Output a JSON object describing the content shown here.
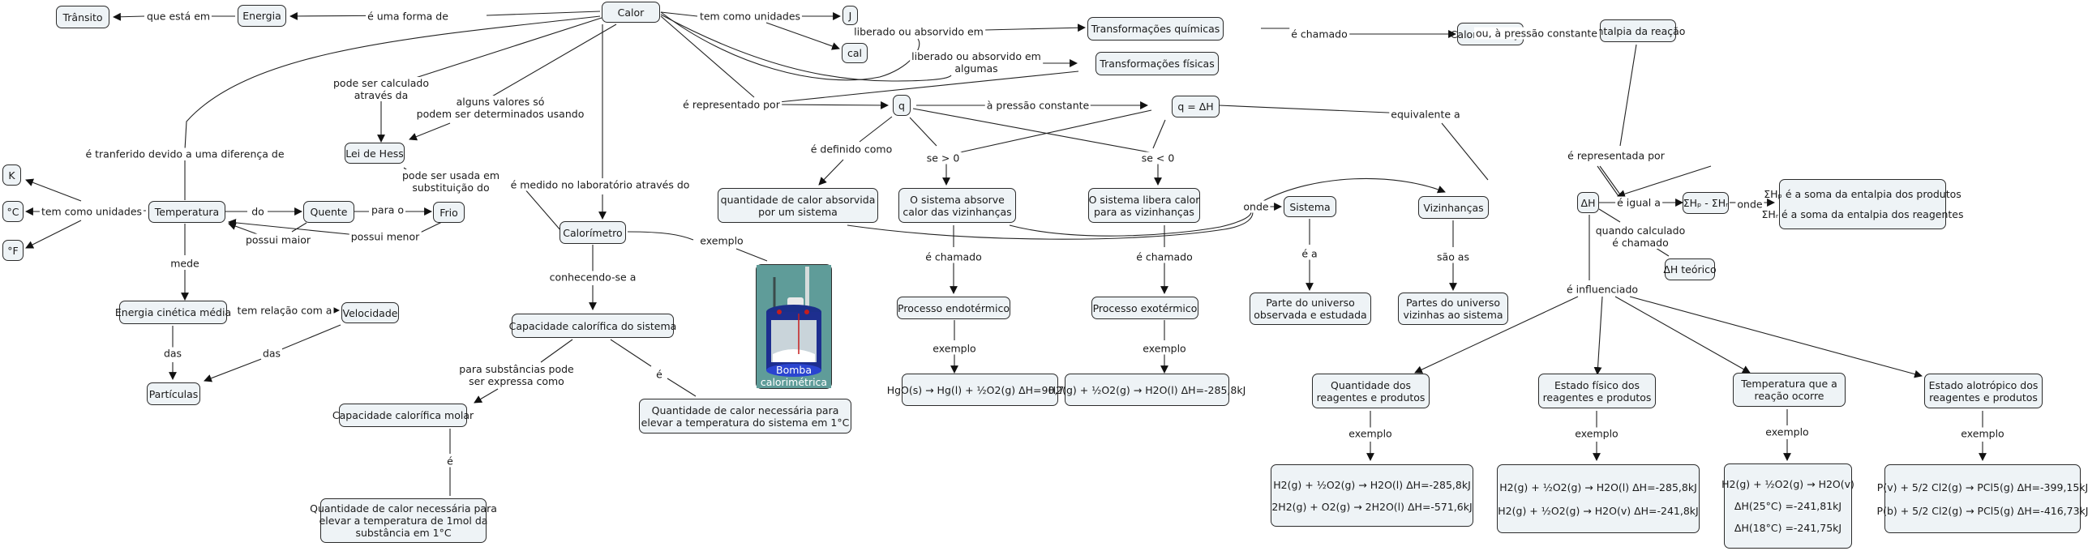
{
  "map": {
    "nodes": {
      "calor": "Calor",
      "energia": "Energia",
      "transito": "Trânsito",
      "J": "J",
      "cal": "cal",
      "lei_hess": "Lei de Hess",
      "temperatura": "Temperatura",
      "K": "K",
      "C": "°C",
      "F": "°F",
      "quente": "Quente",
      "frio": "Frio",
      "energia_cinetica": "Energia cinética média",
      "velocidade": "Velocidade",
      "particulas": "Partículas",
      "calorimetro": "Calorímetro",
      "cap_sistema": "Capacidade calorífica do sistema",
      "cap_molar": "Capacidade calorífica molar",
      "def_molar": [
        "Quantidade de calor necessária para",
        "elevar a temperatura de 1mol da",
        "substância em 1°C"
      ],
      "def_sistema": [
        "Quantidade de calor necessária para",
        "elevar a temperatura do sistema em 1°C"
      ],
      "bomba": "Bomba calorimétrica",
      "transf_quimicas": "Transformações químicas",
      "transf_fisicas": "Transformações físicas",
      "q": "q",
      "q_dh": "q = ΔH",
      "qtd_absorvida": [
        "quantidade de calor absorvida",
        "por um sistema"
      ],
      "sis_absorve": [
        "O sistema absorve",
        "calor das vizinhanças"
      ],
      "sis_libera": [
        "O sistema libera calor",
        "para as vizinhanças"
      ],
      "endotermico": "Processo endotérmico",
      "exotermico": "Processo exotérmico",
      "sistema": "Sistema",
      "vizinhancas": "Vizinhanças",
      "parte_universo": [
        "Parte do universo",
        "observada e estudada"
      ],
      "partes_universo": [
        "Partes do universo",
        "vizinhas ao sistema"
      ],
      "calor_reacao": "Calor de reação",
      "entalpia_reacao": "Entalpia da reação",
      "dH": "ΔH",
      "soma": "ΣHₚ - ΣHᵣ",
      "soma_def": [
        "ΣHₚ é a soma da entalpia dos produtos",
        "ΣHᵣ é a soma da entalpia dos reagentes"
      ],
      "dh_teorico": "ΔH teórico",
      "qtd_reag": [
        "Quantidade dos",
        "reagentes e produtos"
      ],
      "estado_fisico": [
        "Estado físico dos",
        "reagentes e produtos"
      ],
      "temp_reacao": [
        "Temperatura que a",
        "reação ocorre"
      ],
      "estado_alotropico": [
        "Estado alotrópico dos",
        "reagentes e produtos"
      ]
    },
    "equations": {
      "endo": "HgO(s) → Hg(l) + ½O2(g)   ΔH=90,7kJ",
      "exo": "H2(g) + ½O2(g) → H2O(l)   ΔH=-285,8kJ",
      "qtd_1": "H2(g) + ½O2(g) → H2O(l)   ΔH=-285,8kJ",
      "qtd_2": "2H2(g) + O2(g) → 2H2O(l)   ΔH=-571,6kJ",
      "fis_1": "H2(g) + ½O2(g) → H2O(l)   ΔH=-285,8kJ",
      "fis_2": "H2(g) + ½O2(g) → H2O(v)   ΔH=-241,8kJ",
      "temp_1": "H2(g) + ½O2(g) → H2O(v)",
      "temp_2": "ΔH(25°C) =-241,81kJ",
      "temp_3": "ΔH(18°C) =-241,75kJ",
      "alo_1": "P(v) + 5/2 Cl2(g) → PCl5(g)   ΔH=-399,15kJ",
      "alo_2": "P(b) + 5/2 Cl2(g) → PCl5(g)   ΔH=-416,73kJ"
    },
    "links": {
      "que_esta_em": "que está em",
      "e_uma_forma_de": "é uma forma de",
      "tem_como_unidades": "tem como unidades",
      "pode_ser_calculado": [
        "pode ser calculado",
        "através da"
      ],
      "alguns_valores": [
        "alguns valores só",
        "podem ser determinados usando"
      ],
      "tranferido": "é tranferido devido a uma diferença de",
      "pode_ser_usada": [
        "pode ser usada em",
        "substituição do"
      ],
      "medido_lab": "é medido no laboratório através do",
      "temp_unidades": "tem como unidades",
      "do": "do",
      "para_o": "para o",
      "possui_maior": "possui maior",
      "possui_menor": "possui menor",
      "mede": "mede",
      "tem_relacao": "tem relação com a",
      "das_1": "das",
      "das_2": "das",
      "conhecendo": "conhecendo-se a",
      "exemplo_cal": "exemplo",
      "para_substancias": [
        "para substâncias pode",
        "ser expressa como"
      ],
      "e_molar": "é",
      "e_sistema": "é",
      "liberado_1": "liberado ou absorvido em",
      "liberado_2": [
        "liberado ou absorvido em",
        "algumas"
      ],
      "representado": "é representado por",
      "pressao": "à pressão constante",
      "definido": "é definido como",
      "se_maior": "se > 0",
      "se_menor": "se < 0",
      "chamado_endo": "é chamado",
      "chamado_exo": "é chamado",
      "exemplo_endo": "exemplo",
      "exemplo_exo": "exemplo",
      "onde": "onde",
      "e_a": "é a",
      "sao_as": "são as",
      "e_chamado_calor": "é chamado",
      "ou_pressao": "ou, à pressão constante",
      "equivalente": "equivalente a",
      "representada": "é representada por",
      "igual": "é igual a",
      "onde_soma": "onde",
      "quando_calculado": [
        "quando calculado",
        "é chamado"
      ],
      "influenciado": "é influenciado",
      "exemplo_qtd": "exemplo",
      "exemplo_fis": "exemplo",
      "exemplo_temp": "exemplo",
      "exemplo_alo": "exemplo"
    }
  }
}
